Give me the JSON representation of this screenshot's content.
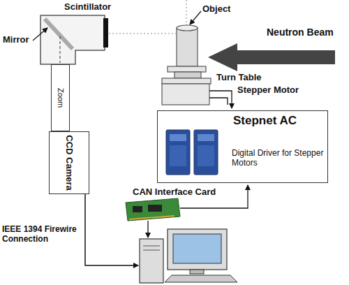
{
  "diagram": {
    "nodes": [
      {
        "text": [
          "Zoom"
        ]
      },
      {
        "text": [
          "CCD Camera"
        ]
      },
      {
        "text": [
          "Stepnet AC",
          "Digital Driver for Stepper Motors"
        ]
      }
    ],
    "labels": [
      "Scintillator",
      "Mirror",
      "Object",
      "Neutron Beam",
      "Turn Table",
      "Stepper Motor",
      "CAN Interface Card",
      "IEEE 1394 Firewire Connection"
    ]
  }
}
